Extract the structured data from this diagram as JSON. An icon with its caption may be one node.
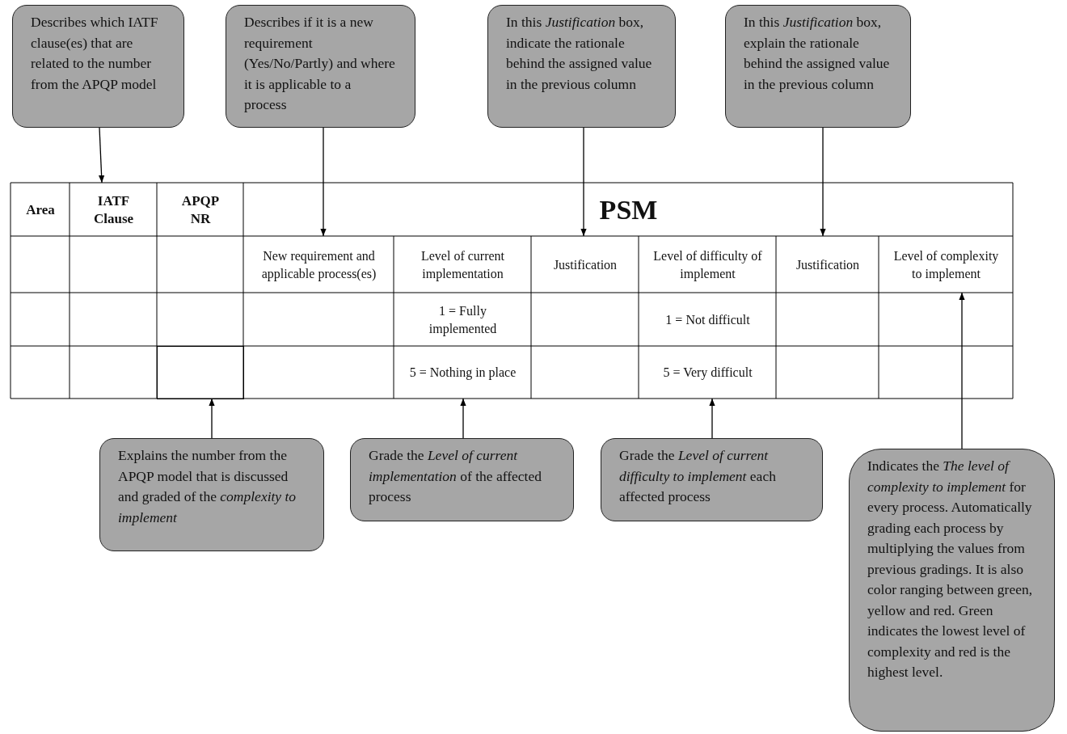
{
  "diagram": {
    "nodes": [
      {
        "text": [
          "Describes which IATF clause(es) that are related to the number from the APQP model"
        ]
      },
      {
        "text": [
          "Describes if it is a new requirement (Yes/No/Partly) and where it is applicable to a process"
        ]
      },
      {
        "text": [
          "In this *Justification* box, indicate the rationale behind the assigned value in the previous column"
        ]
      },
      {
        "text": [
          "In this *Justification* box, explain the rationale behind the assigned value in the previous column"
        ]
      },
      {
        "text": [
          "IATF Clause"
        ]
      },
      {
        "text": [
          "PSM"
        ]
      },
      {
        "text": [
          "New requirement and applicable process(es)"
        ]
      },
      {
        "text": [
          "Justification"
        ]
      },
      {
        "text": [
          "Justification"
        ]
      },
      {
        "text": [
          "Level of complexity to implement"
        ]
      },
      {
        "text": [],
        "shape": "box"
      },
      {
        "text": [
          "5 = Nothing in place"
        ]
      },
      {
        "text": [
          "5 = Very difficult"
        ]
      },
      {
        "text": [
          "Explains the number from the APQP model that is discussed and graded of the *complexity to implement*"
        ]
      },
      {
        "text": [
          "Grade the *Level of current implementation* of the affected process"
        ]
      },
      {
        "text": [
          "Grade the *Level of current difficulty to implement* each affected process"
        ]
      },
      {
        "text": [
          "Indicates the *The level of complexity to implement* for every process. Automatically grading each process by multiplying the values from previous gradings. It is also color ranging between green, yellow and red. Green indicates the lowest level of complexity and red is the highest level."
        ]
      }
    ],
    "edges": [
      {
        "from": 0,
        "to": 4,
        "arrow": "to"
      },
      {
        "from": 1,
        "to": 6,
        "arrow": "to"
      },
      {
        "from": 2,
        "to": 7,
        "arrow": "to"
      },
      {
        "from": 3,
        "to": 8,
        "arrow": "to"
      },
      {
        "from": 13,
        "to": 10,
        "arrow": "to"
      },
      {
        "from": 14,
        "to": 11,
        "arrow": "to"
      },
      {
        "from": 15,
        "to": 12,
        "arrow": "to"
      },
      {
        "from": 16,
        "to": 9,
        "arrow": "to"
      }
    ],
    "labels": [
      "Area",
      "APQP NR",
      "Level of current implementation",
      "Level of difficulty of implement",
      "1 = Fully implemented",
      "1 = Not difficult"
    ]
  }
}
